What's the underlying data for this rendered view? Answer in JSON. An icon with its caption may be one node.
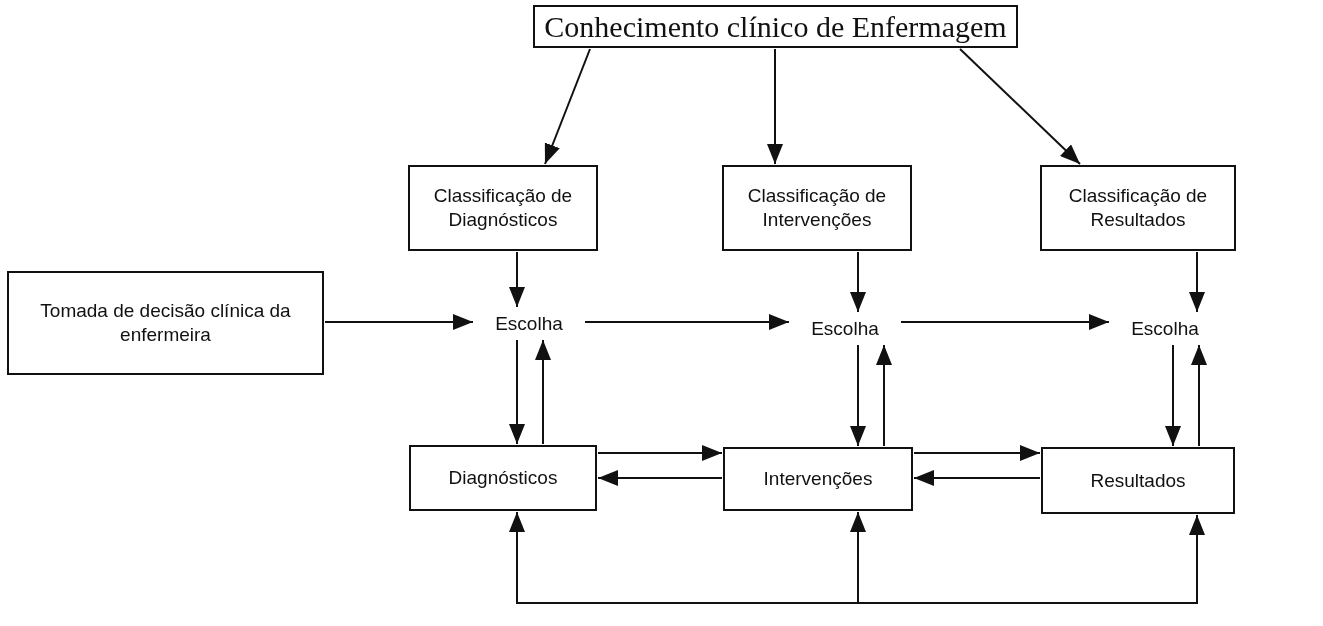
{
  "diagram": {
    "nodes": [
      {
        "text": [
          "Conhecimento clínico de Enfermagem"
        ]
      },
      {
        "text": [
          "Classificação de Diagnósticos"
        ]
      },
      {
        "text": [
          "Classificação de Intervenções"
        ]
      },
      {
        "text": [
          "Classificação de Resultados"
        ]
      },
      {
        "text": [
          "Tomada de decisão clínica da enfermeira"
        ]
      },
      {
        "text": [
          "Escolha"
        ]
      },
      {
        "text": [
          "Escolha"
        ]
      },
      {
        "text": [
          "Escolha"
        ]
      },
      {
        "text": [
          "Diagnósticos"
        ]
      },
      {
        "text": [
          "Intervenções"
        ]
      },
      {
        "text": [
          "Resultados"
        ]
      }
    ],
    "edges": [
      {
        "from": 0,
        "to": 1,
        "arrow": "to"
      },
      {
        "from": 0,
        "to": 2,
        "arrow": "to"
      },
      {
        "from": 0,
        "to": 3,
        "arrow": "to"
      },
      {
        "from": 1,
        "to": 5,
        "arrow": "to"
      },
      {
        "from": 2,
        "to": 6,
        "arrow": "to"
      },
      {
        "from": 3,
        "to": 7,
        "arrow": "to"
      },
      {
        "from": 4,
        "to": 5,
        "arrow": "to"
      },
      {
        "from": 5,
        "to": 6,
        "arrow": "to"
      },
      {
        "from": 6,
        "to": 7,
        "arrow": "to"
      },
      {
        "from": 5,
        "to": 8,
        "arrow": "to"
      },
      {
        "from": 8,
        "to": 5,
        "arrow": "to"
      },
      {
        "from": 6,
        "to": 9,
        "arrow": "to"
      },
      {
        "from": 9,
        "to": 6,
        "arrow": "to"
      },
      {
        "from": 7,
        "to": 10,
        "arrow": "to"
      },
      {
        "from": 10,
        "to": 7,
        "arrow": "to"
      },
      {
        "from": 8,
        "to": 9,
        "arrow": "to"
      },
      {
        "from": 9,
        "to": 8,
        "arrow": "to"
      },
      {
        "from": 9,
        "to": 10,
        "arrow": "to"
      },
      {
        "from": 10,
        "to": 9,
        "arrow": "to"
      },
      {
        "from": null,
        "to": 8,
        "arrow": "to"
      },
      {
        "from": null,
        "to": 9,
        "arrow": "to"
      },
      {
        "from": null,
        "to": 10,
        "arrow": "to"
      }
    ]
  }
}
